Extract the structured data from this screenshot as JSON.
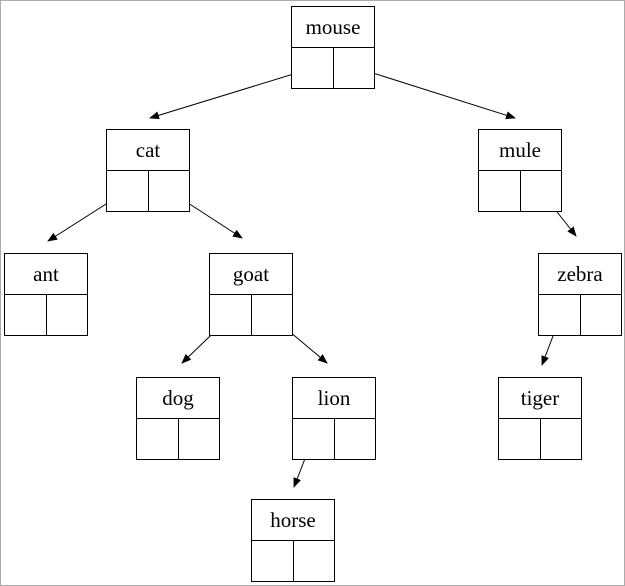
{
  "diagram": {
    "kind": "binary-tree",
    "nodes": {
      "mouse": {
        "label": "mouse"
      },
      "cat": {
        "label": "cat"
      },
      "mule": {
        "label": "mule"
      },
      "ant": {
        "label": "ant"
      },
      "goat": {
        "label": "goat"
      },
      "zebra": {
        "label": "zebra"
      },
      "dog": {
        "label": "dog"
      },
      "lion": {
        "label": "lion"
      },
      "tiger": {
        "label": "tiger"
      },
      "horse": {
        "label": "horse"
      }
    },
    "edges": [
      {
        "from": "mouse",
        "pointer": "left",
        "to": "cat"
      },
      {
        "from": "mouse",
        "pointer": "right",
        "to": "mule"
      },
      {
        "from": "cat",
        "pointer": "left",
        "to": "ant"
      },
      {
        "from": "cat",
        "pointer": "right",
        "to": "goat"
      },
      {
        "from": "mule",
        "pointer": "right",
        "to": "zebra"
      },
      {
        "from": "goat",
        "pointer": "left",
        "to": "dog"
      },
      {
        "from": "goat",
        "pointer": "right",
        "to": "lion"
      },
      {
        "from": "zebra",
        "pointer": "left",
        "to": "tiger"
      },
      {
        "from": "lion",
        "pointer": "left",
        "to": "horse"
      }
    ],
    "colors": {
      "line": "#000000",
      "node_border": "#000000",
      "canvas_border": "#ababab",
      "background": "#ffffff"
    }
  }
}
